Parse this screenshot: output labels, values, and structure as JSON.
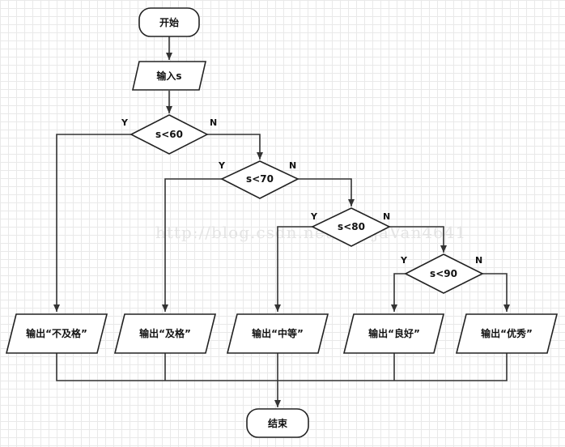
{
  "watermark": "http://blog.csdn.net/BenjaVan4641",
  "nodes": {
    "start": "开始",
    "input": "输入s",
    "d60": "s<60",
    "d70": "s<70",
    "d80": "s<80",
    "d90": "s<90",
    "out_fail": "输出“不及格”",
    "out_pass": "输出“及格”",
    "out_mid": "输出“中等”",
    "out_good": "输出“良好”",
    "out_excellent": "输出“优秀”",
    "end": "结束"
  },
  "branches": {
    "yes": "Y",
    "no": "N"
  }
}
